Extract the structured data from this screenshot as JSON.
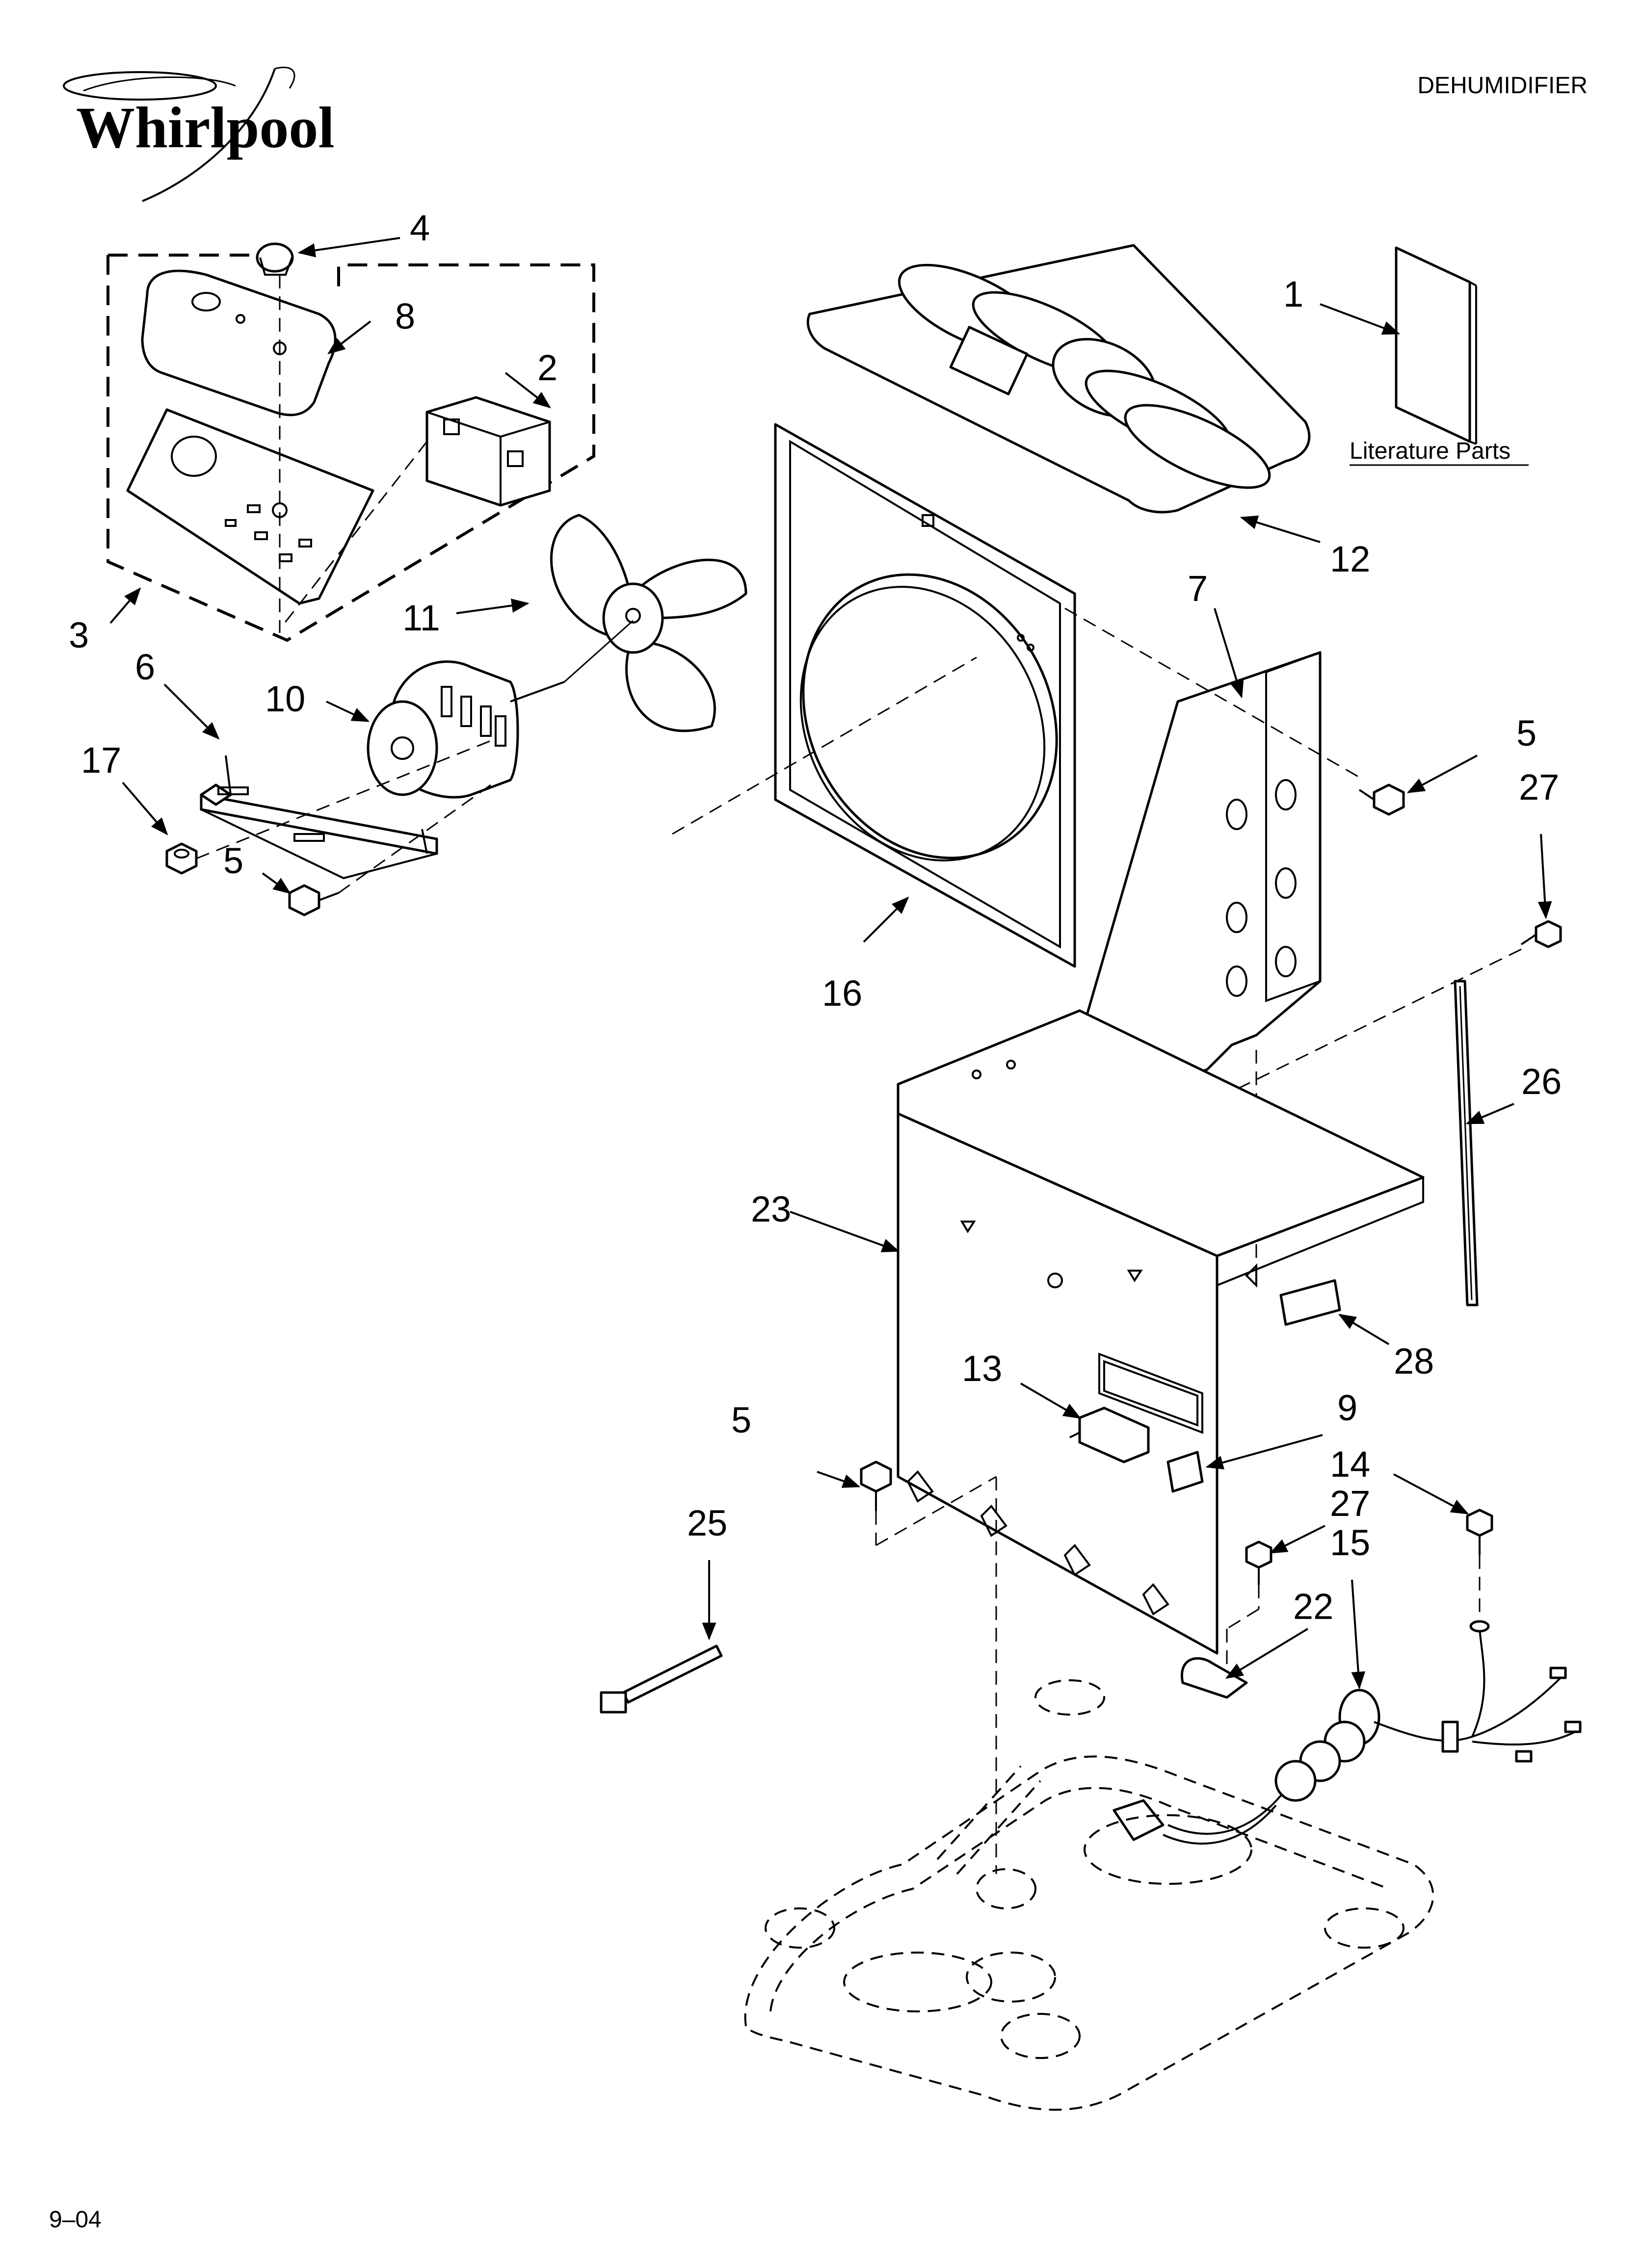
{
  "header": {
    "brand": "Whirlpool",
    "product_type": "DEHUMIDIFIER"
  },
  "literature": {
    "label": "Literature Parts"
  },
  "callouts": [
    {
      "id": "c1",
      "text": "1"
    },
    {
      "id": "c2",
      "text": "2"
    },
    {
      "id": "c3",
      "text": "3"
    },
    {
      "id": "c4",
      "text": "4"
    },
    {
      "id": "c5a",
      "text": "5"
    },
    {
      "id": "c5b",
      "text": "5"
    },
    {
      "id": "c5c",
      "text": "5"
    },
    {
      "id": "c6",
      "text": "6"
    },
    {
      "id": "c7",
      "text": "7"
    },
    {
      "id": "c8",
      "text": "8"
    },
    {
      "id": "c9",
      "text": "9"
    },
    {
      "id": "c10",
      "text": "10"
    },
    {
      "id": "c11",
      "text": "11"
    },
    {
      "id": "c12",
      "text": "12"
    },
    {
      "id": "c13",
      "text": "13"
    },
    {
      "id": "c14",
      "text": "14"
    },
    {
      "id": "c15",
      "text": "15"
    },
    {
      "id": "c16",
      "text": "16"
    },
    {
      "id": "c17",
      "text": "17"
    },
    {
      "id": "c22",
      "text": "22"
    },
    {
      "id": "c23",
      "text": "23"
    },
    {
      "id": "c25",
      "text": "25"
    },
    {
      "id": "c26",
      "text": "26"
    },
    {
      "id": "c27a",
      "text": "27"
    },
    {
      "id": "c27b",
      "text": "27"
    },
    {
      "id": "c28",
      "text": "28"
    }
  ],
  "footer": {
    "date_code": "9–04"
  }
}
